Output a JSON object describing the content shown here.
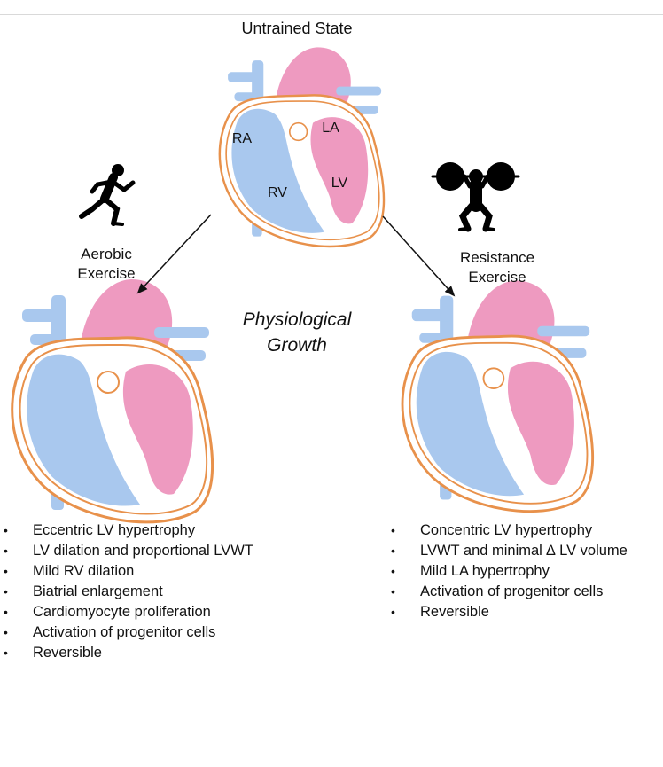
{
  "colors": {
    "blue": "#a9c8ee",
    "pink": "#ee9ac0",
    "outline": "#e8914b",
    "figure": "#000000"
  },
  "icons": {
    "aerobic": "runner-icon",
    "resistance": "weightlifter-icon"
  },
  "diagram": {
    "top_title": "Untrained State",
    "chambers": {
      "ra": "RA",
      "la": "LA",
      "rv": "RV",
      "lv": "LV"
    },
    "aerobic_label": [
      "Aerobic",
      "Exercise"
    ],
    "resistance_label": [
      "Resistance",
      "Exercise"
    ],
    "center_label": [
      "Physiological",
      "Growth"
    ]
  },
  "aerobic_list": [
    "Eccentric LV hypertrophy",
    "LV dilation and proportional LVWT",
    "Mild RV dilation",
    "Biatrial enlargement",
    "Cardiomyocyte proliferation",
    "Activation of progenitor cells",
    "Reversible"
  ],
  "resistance_list": [
    "Concentric LV hypertrophy",
    "LVWT and minimal ∆ LV volume",
    "Mild LA hypertrophy",
    "Activation of progenitor cells",
    "Reversible"
  ]
}
